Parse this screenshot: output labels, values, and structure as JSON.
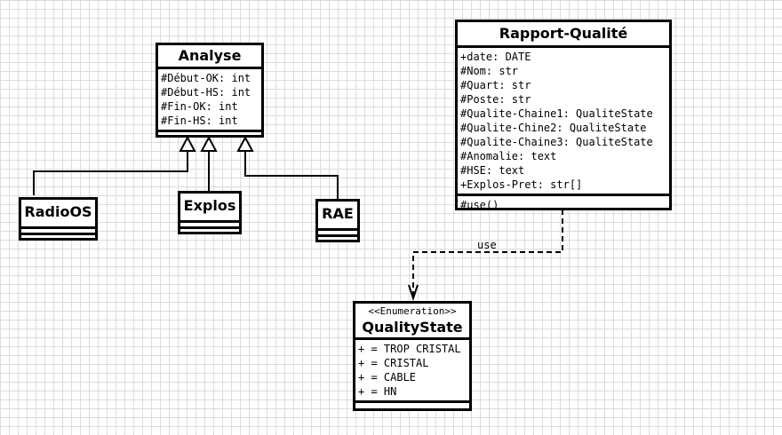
{
  "classes": {
    "analyse": {
      "name": "Analyse",
      "attributes": [
        "#Début-OK: int",
        "#Début-HS: int",
        "#Fin-OK: int",
        "#Fin-HS: int"
      ]
    },
    "radioos": {
      "name": "RadioOS"
    },
    "explos": {
      "name": "Explos"
    },
    "rae": {
      "name": "RAE"
    },
    "rapport_qualite": {
      "name": "Rapport-Qualité",
      "attributes": [
        "+date: DATE",
        "#Nom: str",
        "#Quart: str",
        "#Poste: str",
        "#Qualite-Chaine1: QualiteState",
        "#Qualite-Chine2: QualiteState",
        "#Qualite-Chaine3: QualiteState",
        "#Anomalie: text",
        "#HSE: text",
        "+Explos-Pret: str[]"
      ],
      "methods": [
        "#use()"
      ]
    },
    "quality_state": {
      "stereotype": "<<Enumeration>>",
      "name": "QualityState",
      "literals": [
        "+ = TROP CRISTAL",
        "+ = CRISTAL",
        "+ = CABLE",
        "+ = HN"
      ]
    }
  },
  "relations": {
    "use_label": "use"
  }
}
